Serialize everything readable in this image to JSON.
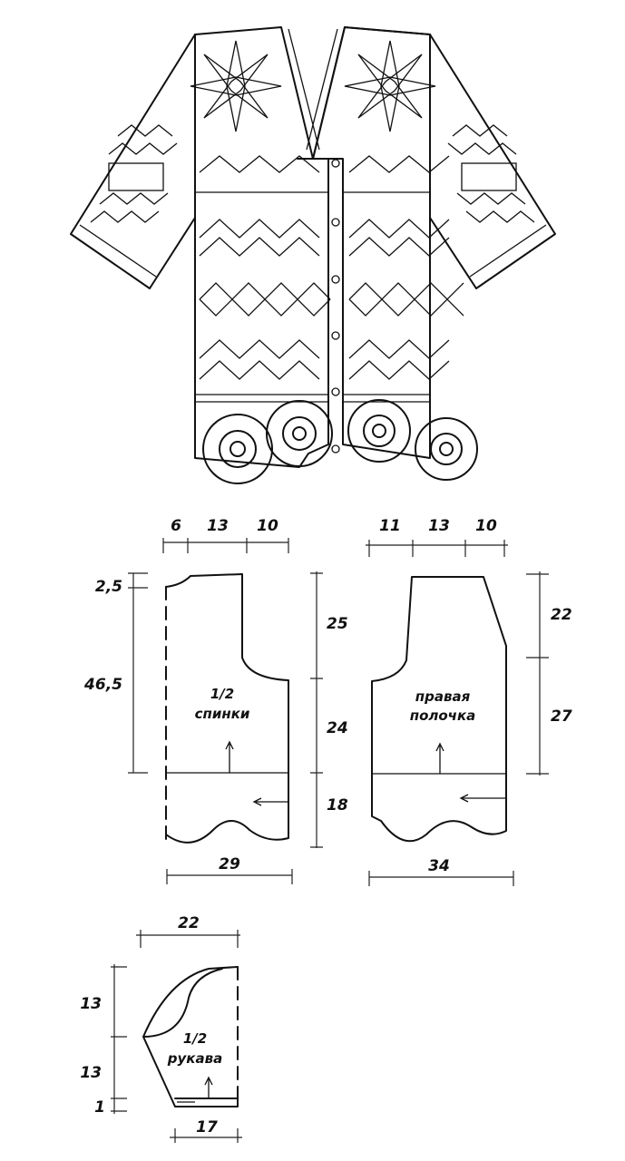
{
  "back": {
    "title_line1": "1/2",
    "title_line2": "спинки",
    "top_widths": [
      "6",
      "13",
      "10"
    ],
    "left_heights": [
      "2,5",
      "46,5"
    ],
    "right_heights": [
      "25",
      "24",
      "18"
    ],
    "bottom_width": "29"
  },
  "front": {
    "title_line1": "правая",
    "title_line2": "полочка",
    "top_widths": [
      "11",
      "13",
      "10"
    ],
    "right_heights": [
      "22",
      "27"
    ],
    "bottom_width": "34"
  },
  "sleeve": {
    "title_line1": "1/2",
    "title_line2": "рукава",
    "top_width": "22",
    "left_heights": [
      "13",
      "13",
      "1"
    ],
    "bottom_width": "17"
  }
}
